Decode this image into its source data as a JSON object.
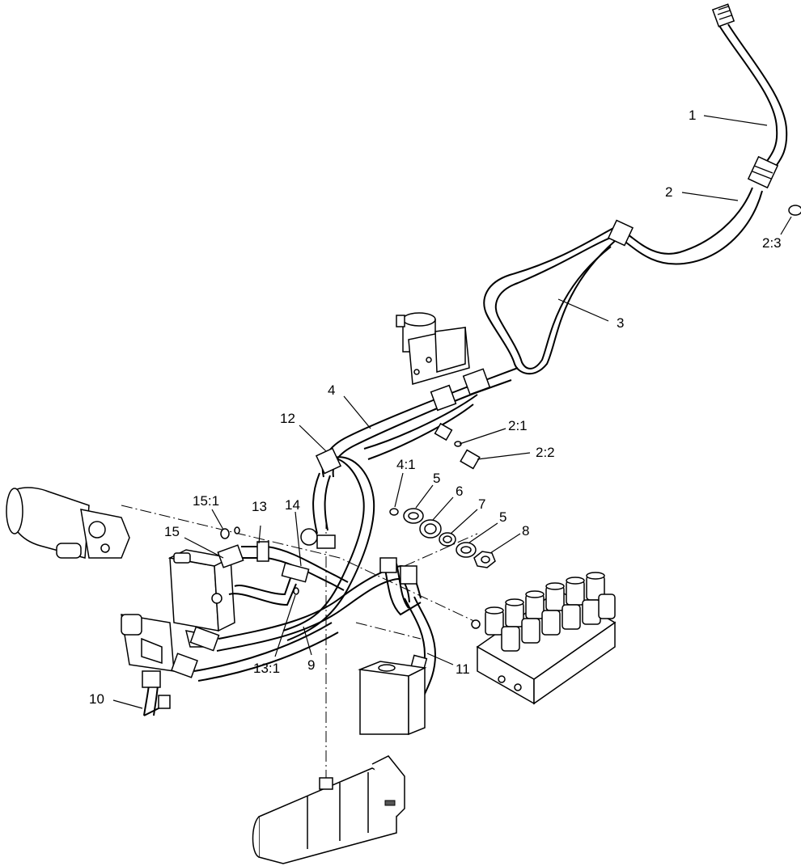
{
  "callouts": {
    "c1": "1",
    "c2": "2",
    "c2_3": "2:3",
    "c3": "3",
    "c4": "4",
    "c2_1": "2:1",
    "c2_2": "2:2",
    "c12": "12",
    "c4_1": "4:1",
    "c5a": "5",
    "c6": "6",
    "c7": "7",
    "c5b": "5",
    "c8": "8",
    "c15_1": "15:1",
    "c13": "13",
    "c14": "14",
    "c15": "15",
    "c13_1": "13:1",
    "c9": "9",
    "c11": "11",
    "c10": "10"
  }
}
